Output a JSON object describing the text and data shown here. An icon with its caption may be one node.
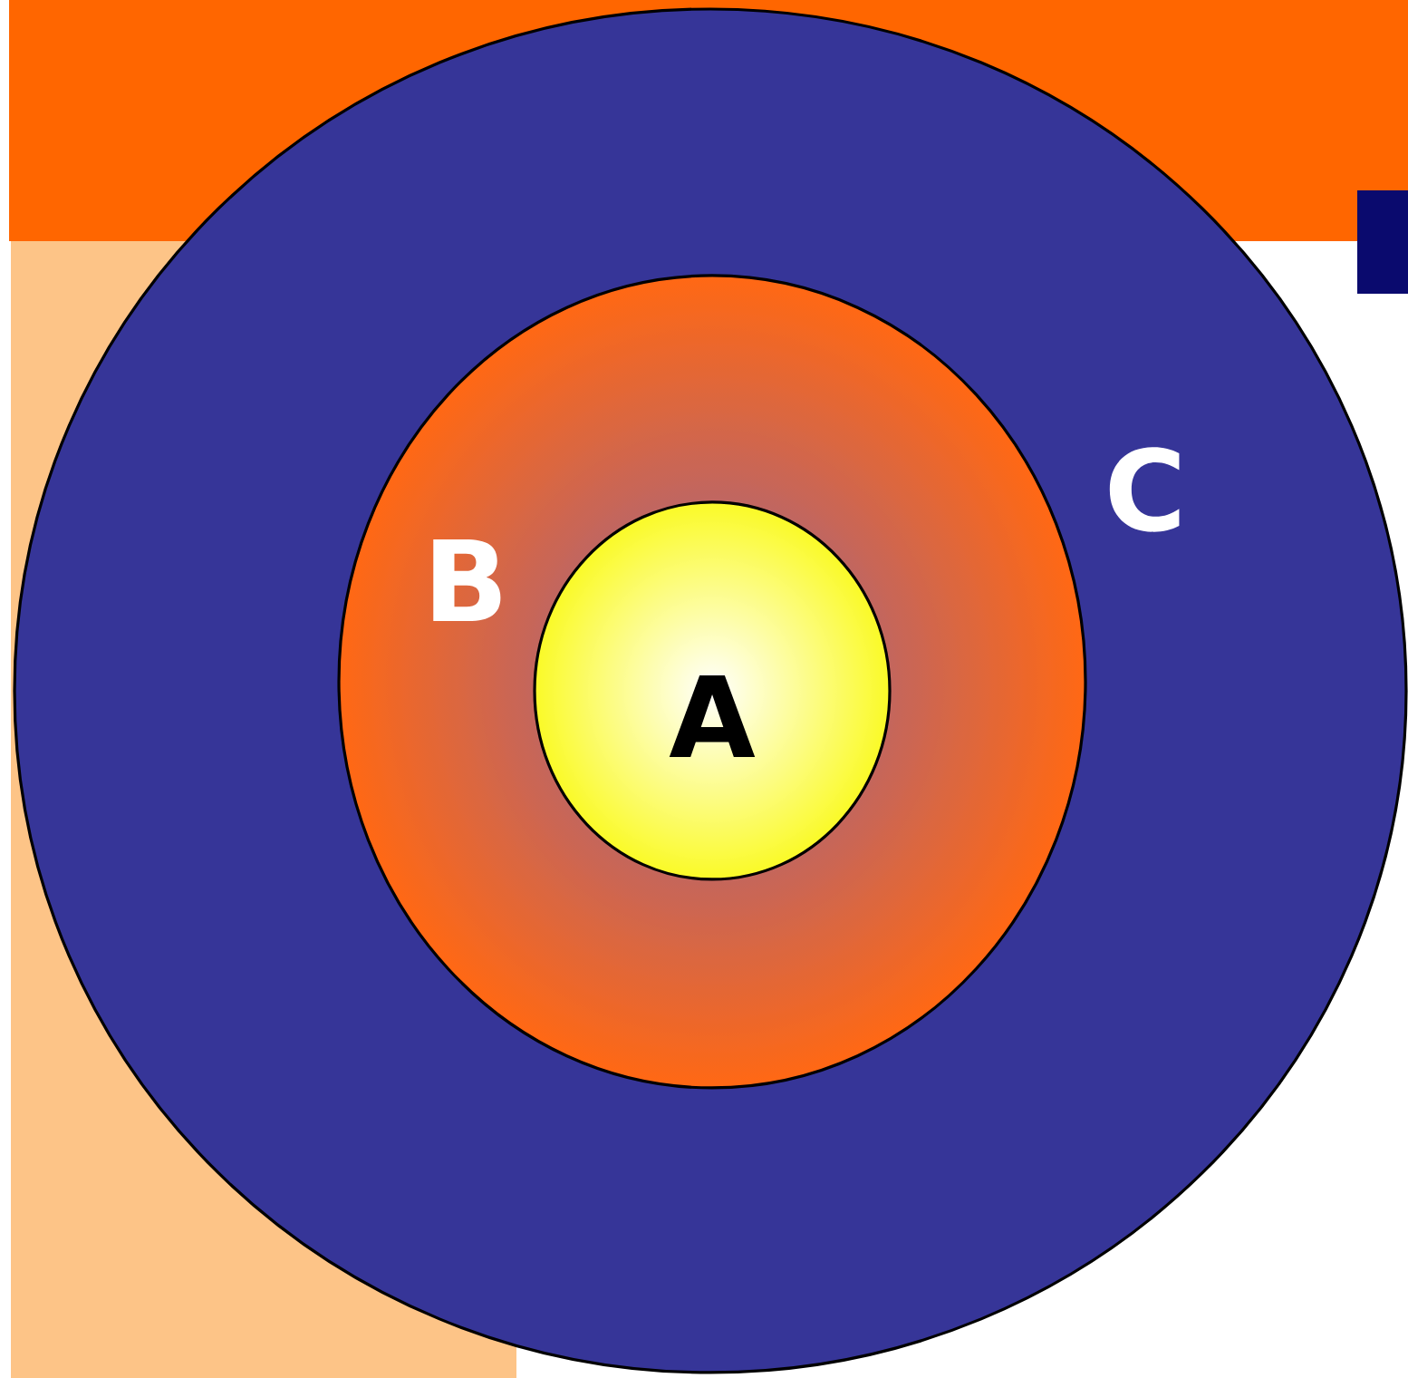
{
  "diagram": {
    "nodes": [
      {
        "text": [
          "C"
        ]
      },
      {
        "text": [
          "B"
        ],
        "in": 0
      },
      {
        "text": [
          "A"
        ],
        "in": 1
      }
    ]
  }
}
